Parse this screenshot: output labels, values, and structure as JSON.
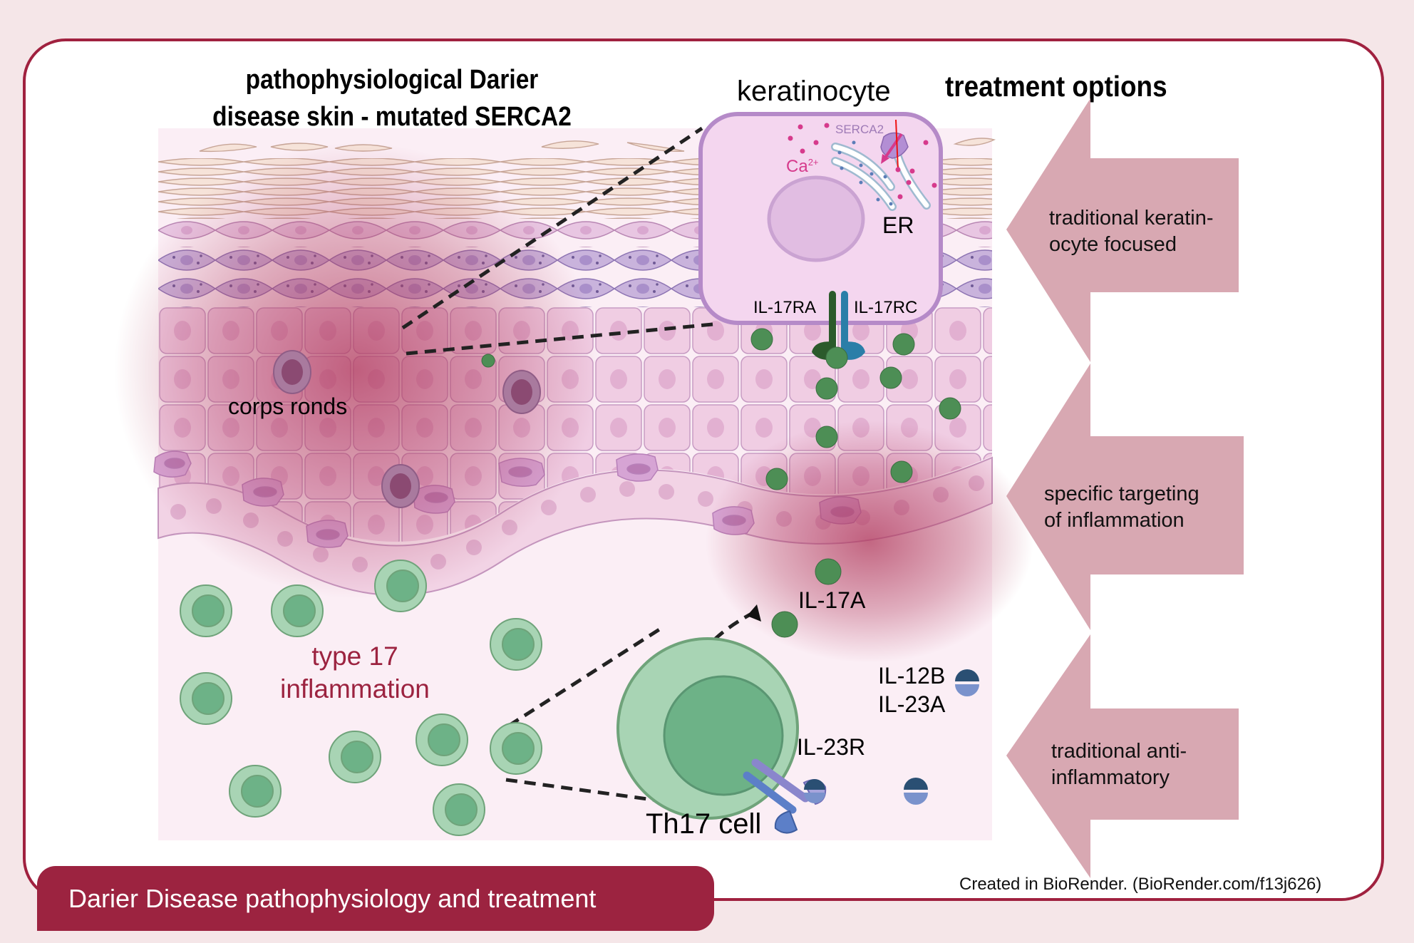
{
  "titles": {
    "left_line1": "pathophysiological Darier",
    "left_line2": "disease skin - mutated SERCA2",
    "right": "treatment options"
  },
  "labels": {
    "keratinocyte": "keratinocyte",
    "serca2": "SERCA2",
    "calcium": "Ca",
    "calcium_sup": "2+",
    "er": "ER",
    "il17ra": "IL-17RA",
    "il17rc": "IL-17RC",
    "corps_ronds": "corps ronds",
    "type17_line1": "type 17",
    "type17_line2": "inflammation",
    "il17a": "IL-17A",
    "il12b": "IL-12B",
    "il23a": "IL-23A",
    "il23r": "IL-23R",
    "th17": "Th17 cell"
  },
  "treatments": [
    {
      "line1": "traditional keratin-",
      "line2": "ocyte focused"
    },
    {
      "line1": "specific targeting",
      "line2": "of inflammation"
    },
    {
      "line1": "traditional anti-",
      "line2": "inflammatory"
    }
  ],
  "footer": {
    "banner": "Darier Disease pathophysiology and treatment",
    "credit": "Created in BioRender. (BioRender.com/f13j626)"
  },
  "colors": {
    "accent": "#9c2340",
    "arrow": "#d8a8b2",
    "type17_text": "#9c2340",
    "ca_text": "#d63a8c",
    "serca_text": "#9e7ab6"
  }
}
